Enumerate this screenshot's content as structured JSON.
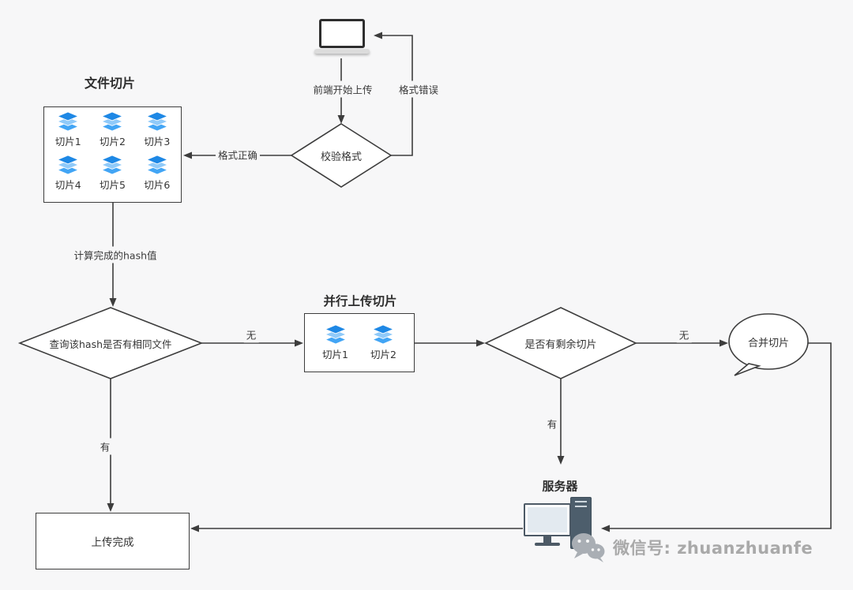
{
  "nodes": {
    "validate_format": "校验格式",
    "file_slicing": {
      "title": "文件切片",
      "slices": [
        "切片1",
        "切片2",
        "切片3",
        "切片4",
        "切片5",
        "切片6"
      ]
    },
    "hash_query": "查询该hash是否有相同文件",
    "parallel_upload": {
      "title": "并行上传切片",
      "slices": [
        "切片1",
        "切片2"
      ]
    },
    "remaining_slices": "是否有剩余切片",
    "merge_slices": "合并切片",
    "server_label": "服务器",
    "upload_complete": "上传完成"
  },
  "edges": {
    "frontend_start_upload": "前端开始上传",
    "format_error": "格式错误",
    "format_correct": "格式正确",
    "computed_hash": "计算完成的hash值",
    "no_parallel": "无",
    "no_merge": "无",
    "yes_upload_complete": "有",
    "yes_server": "有"
  },
  "watermark": {
    "text": "微信号: zhuanzhuanfe"
  },
  "colors": {
    "accent_blue": "#1e88e5",
    "line": "#3d3d3d",
    "background": "#f7f7f8",
    "watermark_gray": "#a9a9a9"
  }
}
